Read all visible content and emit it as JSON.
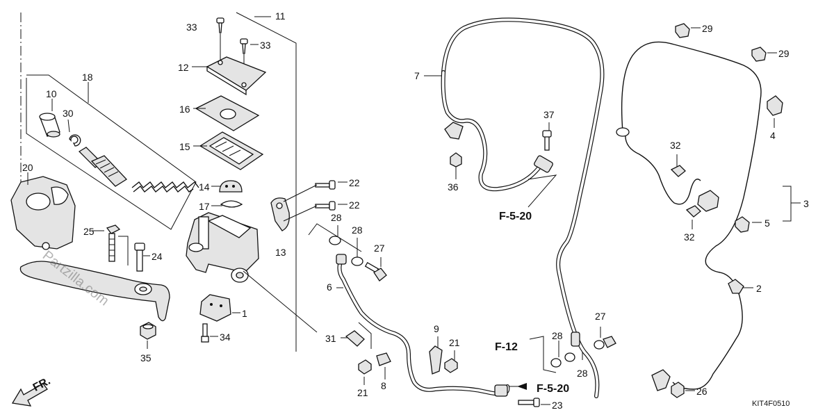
{
  "diagram": {
    "watermark": "Partzilla.com",
    "figure_code": "KIT4F0510",
    "direction_label": "FR.",
    "callouts": [
      "1",
      "2",
      "3",
      "4",
      "5",
      "6",
      "7",
      "8",
      "9",
      "10",
      "11",
      "12",
      "13",
      "14",
      "15",
      "16",
      "17",
      "18",
      "20",
      "21",
      "22",
      "23",
      "24",
      "25",
      "26",
      "27",
      "28",
      "29",
      "30",
      "31",
      "32",
      "33",
      "34",
      "35",
      "36",
      "37"
    ],
    "labels": {
      "p1": "1",
      "p2": "2",
      "p3": "3",
      "p4": "4",
      "p5": "5",
      "p6": "6",
      "p7": "7",
      "p8": "8",
      "p9": "9",
      "p10": "10",
      "p11": "11",
      "p12": "12",
      "p13": "13",
      "p14": "14",
      "p15": "15",
      "p16": "16",
      "p17": "17",
      "p18": "18",
      "p20": "20",
      "p21": "21",
      "p22": "22",
      "p23": "23",
      "p24": "24",
      "p25": "25",
      "p26": "26",
      "p27": "27",
      "p28": "28",
      "p29": "29",
      "p30": "30",
      "p31": "31",
      "p32": "32",
      "p33": "33",
      "p34": "34",
      "p35": "35",
      "p36": "36",
      "p37": "37"
    },
    "references": {
      "f520": "F-5-20",
      "f12": "F-12"
    }
  }
}
